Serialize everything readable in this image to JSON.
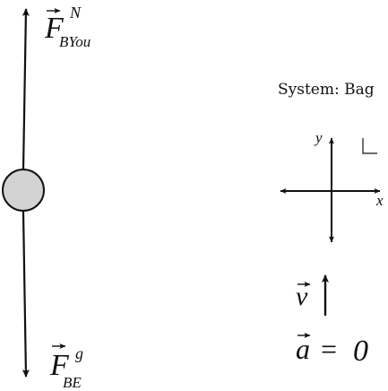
{
  "system_label": "System: Bag",
  "colors": {
    "ink": "#111111",
    "particle_fill": "#d3d3d3",
    "particle_stroke": "#111111"
  },
  "forces": [
    {
      "id": "normal-force",
      "direction": "up",
      "symbol": "F",
      "superscript": "N",
      "subscript": "BYou"
    },
    {
      "id": "gravity-force",
      "direction": "down",
      "symbol": "F",
      "superscript": "g",
      "subscript": "BE"
    }
  ],
  "coordinate_axes": {
    "x_label": "x",
    "y_label": "y"
  },
  "velocity": {
    "symbol": "v",
    "direction": "up"
  },
  "acceleration": {
    "symbol": "a",
    "equals": "=",
    "value": "0"
  }
}
